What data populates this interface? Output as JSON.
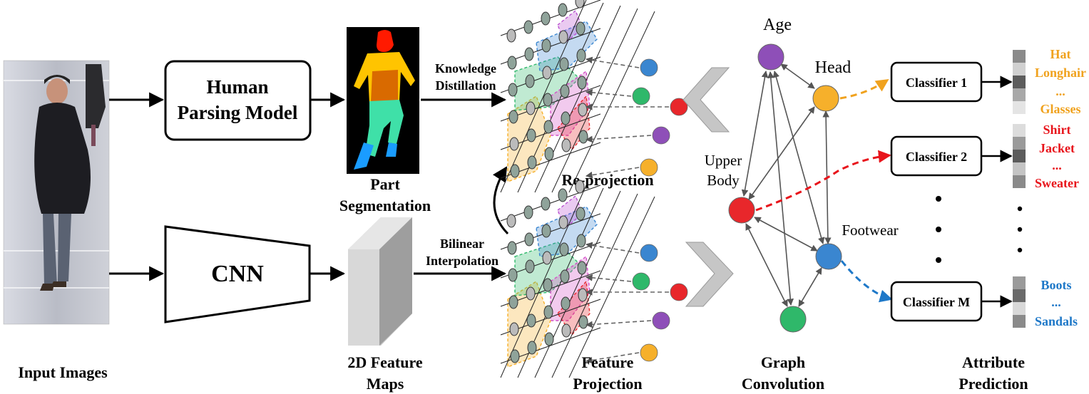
{
  "labels": {
    "input_images": "Input Images",
    "human_parsing_1": "Human",
    "human_parsing_2": "Parsing Model",
    "cnn": "CNN",
    "part_seg_1": "Part",
    "part_seg_2": "Segmentation",
    "feature_maps_1": "2D Feature",
    "feature_maps_2": "Maps",
    "knowledge_1": "Knowledge",
    "knowledge_2": "Distillation",
    "bilinear_1": "Bilinear",
    "bilinear_2": "Interpolation",
    "reprojection": "Re-projection",
    "feature_projection_1": "Feature",
    "feature_projection_2": "Projection",
    "graph_conv_1": "Graph",
    "graph_conv_2": "Convolution",
    "attr_pred_1": "Attribute",
    "attr_pred_2": "Prediction"
  },
  "graph_nodes": {
    "age": "Age",
    "head": "Head",
    "upper_1": "Upper",
    "upper_2": "Body",
    "footwear": "Footwear"
  },
  "classifiers": [
    {
      "label": "Classifier 1",
      "attrs": [
        "Hat",
        "Longhair",
        "...",
        "Glasses"
      ],
      "color": "#f0a21e"
    },
    {
      "label": "Classifier 2",
      "attrs": [
        "Shirt",
        "Jacket",
        "...",
        "Sweater"
      ],
      "color": "#e8141b"
    },
    {
      "label": "Classifier M",
      "attrs": [
        "Boots",
        "...",
        "Sandals"
      ],
      "color": "#1e78c8"
    }
  ],
  "colors": {
    "age": "#8e4fb8",
    "head": "#f6b02b",
    "upper_body": "#e8272b",
    "footwear": "#3a86d0",
    "lower": "#2fb86a"
  },
  "icons": [
    "person-photo",
    "segmentation-mask",
    "feature-cube",
    "chevron-left-icon",
    "chevron-right-icon"
  ]
}
